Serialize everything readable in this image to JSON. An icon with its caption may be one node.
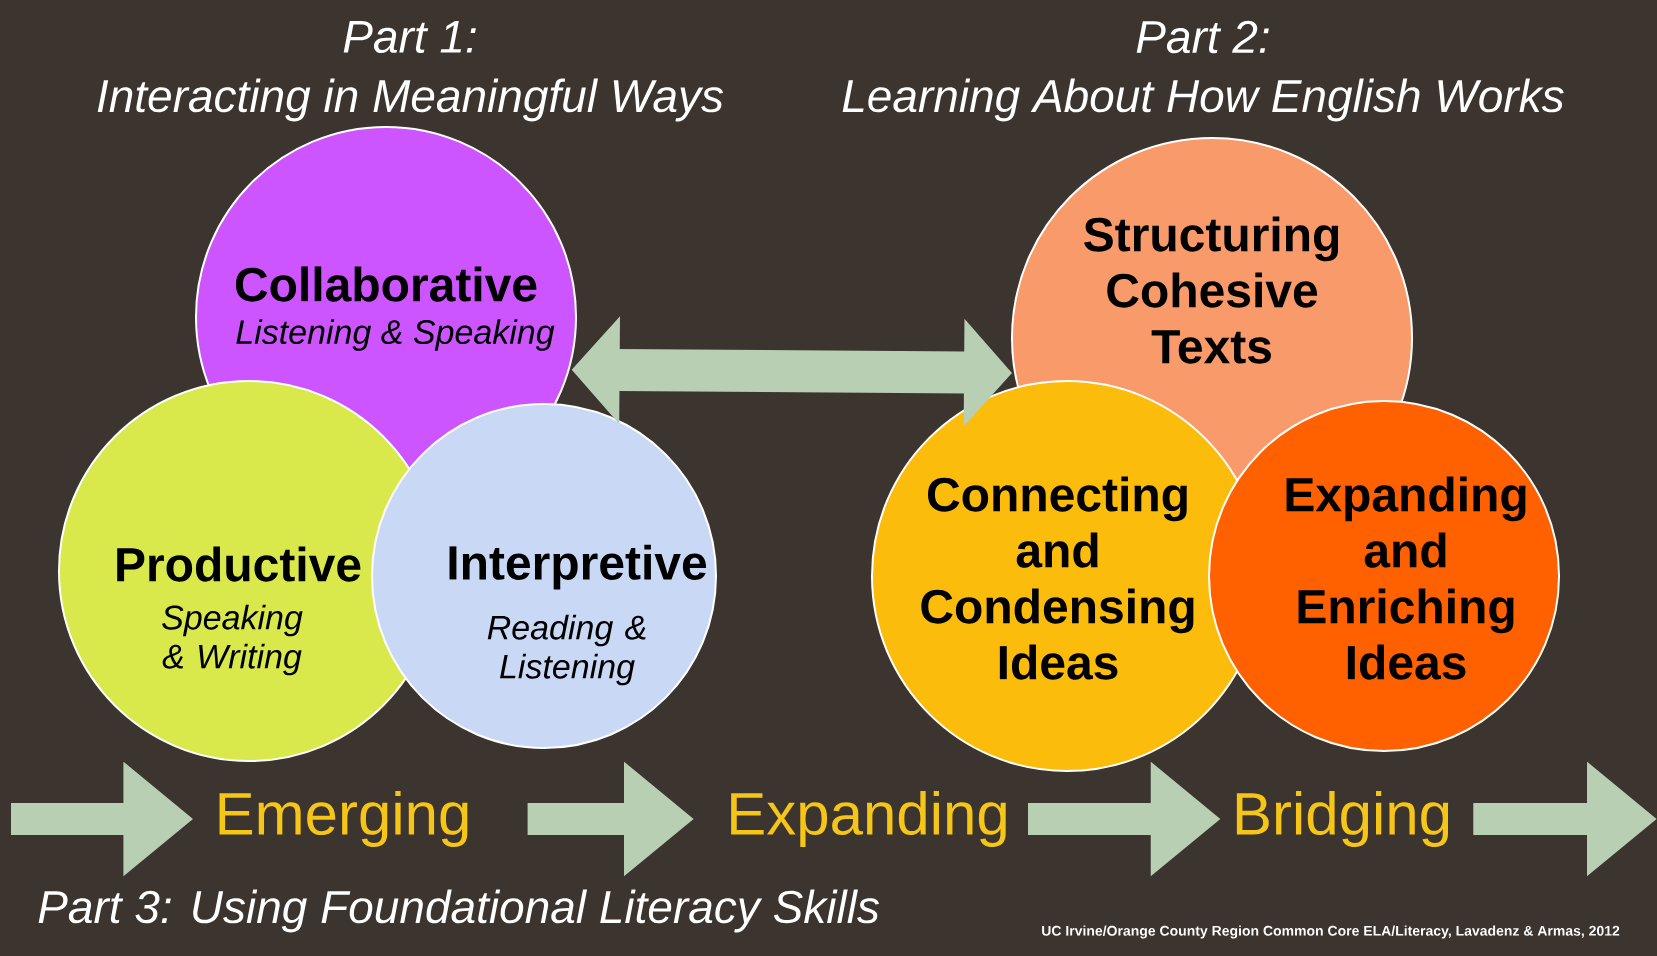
{
  "diagram": {
    "nodes": [
      {
        "text": [
          "Collaborative",
          "Listening & Speaking"
        ]
      },
      {
        "text": [
          "Productive",
          "Speaking & Writing"
        ]
      },
      {
        "text": [
          "Interpretive",
          "Reading & Listening"
        ]
      },
      {
        "text": [
          "Structuring Cohesive Texts"
        ]
      },
      {
        "text": [
          "Connecting and Condensing Ideas"
        ]
      },
      {
        "text": [
          "Expanding and Enriching Ideas"
        ]
      },
      {
        "text": [
          "Emerging"
        ]
      },
      {
        "text": [
          "Expanding"
        ]
      },
      {
        "text": [
          "Bridging"
        ]
      }
    ],
    "edges": [
      {
        "from": 0,
        "to": 3,
        "arrow": "both"
      },
      {
        "from": null,
        "to": 6,
        "arrow": "to"
      },
      {
        "from": 6,
        "to": 7,
        "arrow": "to"
      },
      {
        "from": 7,
        "to": 8,
        "arrow": "to"
      },
      {
        "from": 8,
        "to": null,
        "arrow": "to"
      }
    ],
    "labels": [
      "Part 1:",
      "Interacting in Meaningful Ways",
      "Part 2:",
      "Learning About How English Works",
      "Part 3: Using Foundational Literacy Skills",
      "UC Irvine/Orange County Region Common Core ELA/Literacy, Lavadenz & Armas, 2012"
    ]
  }
}
